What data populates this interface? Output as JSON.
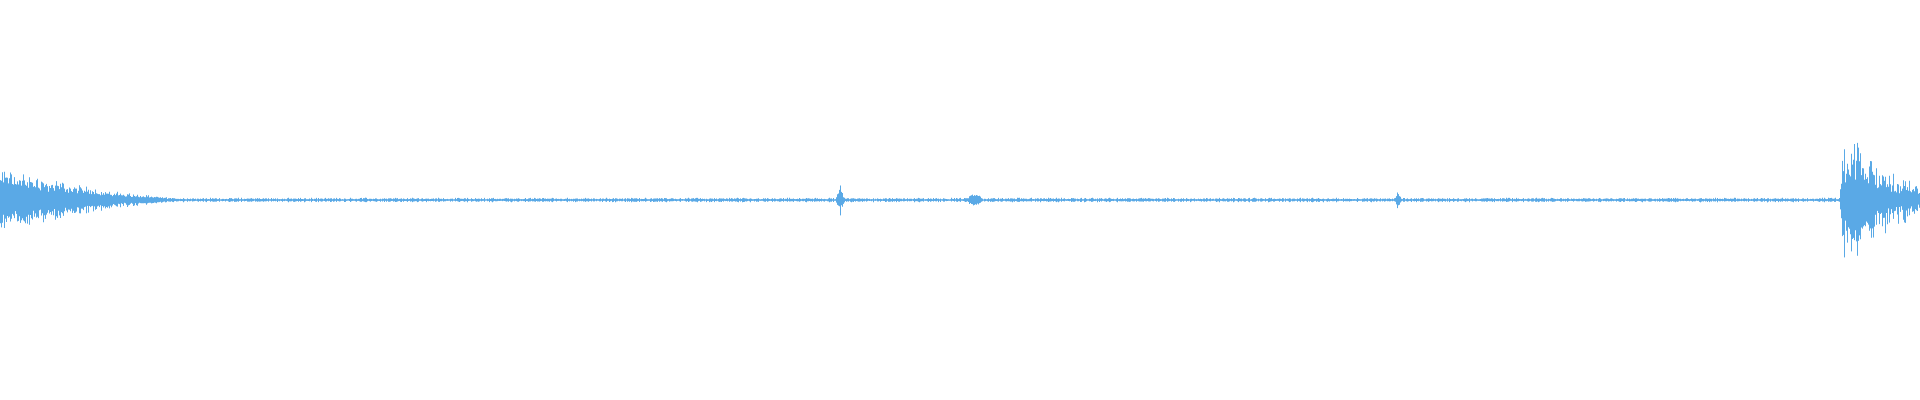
{
  "waveform": {
    "color": "#5aa9e6",
    "background": "#ffffff",
    "duration_fraction_markers": [
      0.0,
      0.437,
      0.506,
      0.728,
      0.96
    ],
    "events": [
      {
        "name": "onset-start",
        "start": 0.0,
        "peak": 0.18,
        "end": 0.11,
        "amplitude": 0.085,
        "type": "decay"
      },
      {
        "name": "blip-1",
        "start": 0.435,
        "end": 0.44,
        "amplitude": 0.045,
        "type": "burst"
      },
      {
        "name": "blip-2",
        "start": 0.503,
        "end": 0.512,
        "amplitude": 0.018,
        "type": "blob"
      },
      {
        "name": "blip-3",
        "start": 0.726,
        "end": 0.73,
        "amplitude": 0.03,
        "type": "spike"
      },
      {
        "name": "onset-end",
        "start": 0.958,
        "end": 1.0,
        "amplitude": 0.18,
        "type": "attack"
      }
    ],
    "noise_floor": 0.004
  }
}
